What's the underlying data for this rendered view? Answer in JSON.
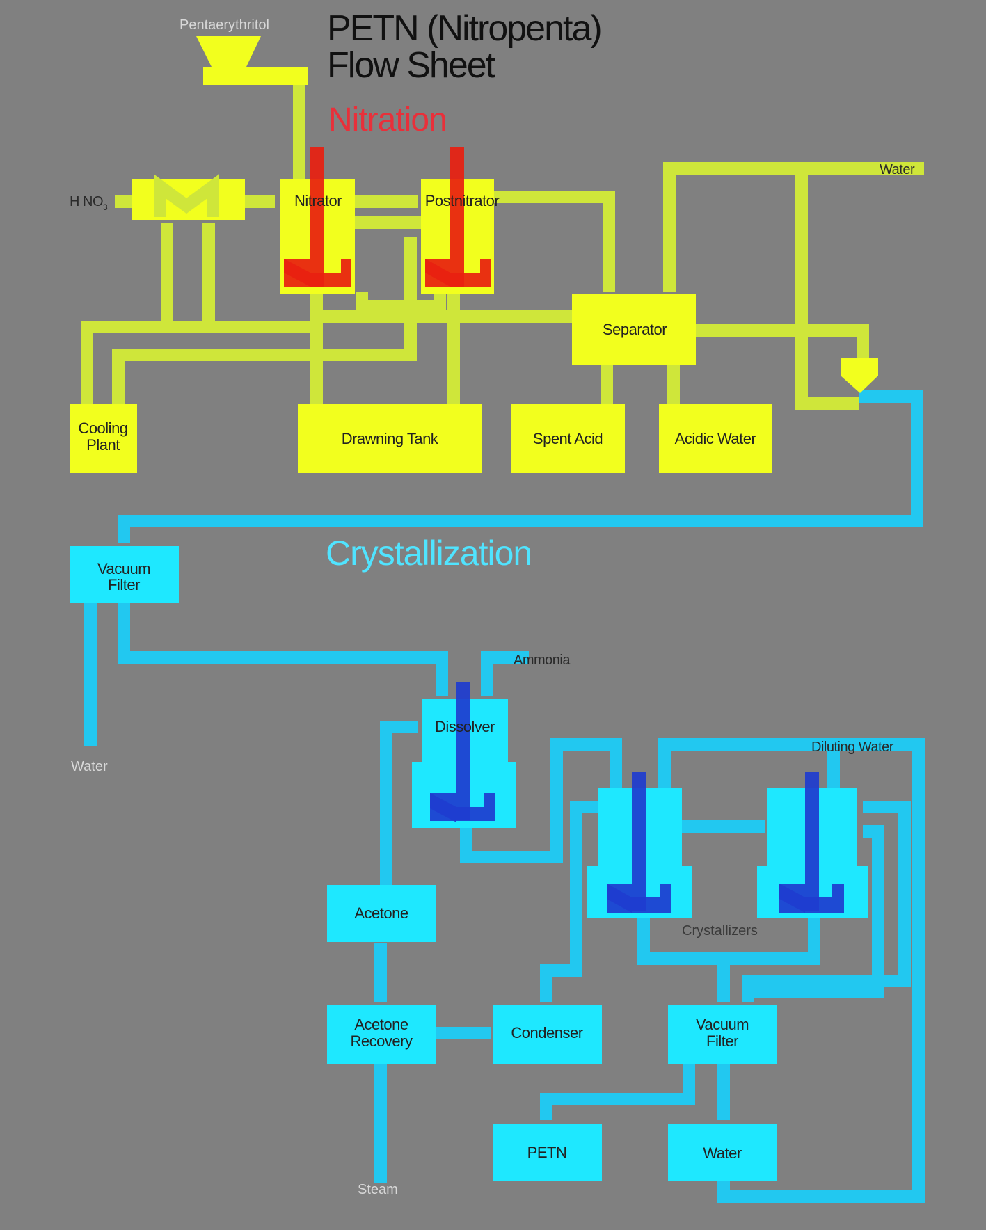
{
  "title": {
    "line1": "PETN (Nitropenta)",
    "line2": "Flow Sheet"
  },
  "sections": {
    "nitration": "Nitration",
    "crystallization": "Crystallization"
  },
  "inputs": {
    "pentaerythritol": "Pentaerythritol",
    "hno3": "H NO",
    "hno3_sub": "3",
    "water_top": "Water",
    "ammonia": "Ammonia",
    "diluting_water": "Diluting Water",
    "water_out": "Water",
    "steam": "Steam"
  },
  "units": {
    "nitrator": "Nitrator",
    "postnitrator": "Postnitrator",
    "separator": "Separator",
    "cooling_plant_1": "Cooling",
    "cooling_plant_2": "Plant",
    "drawning_tank": "Drawning Tank",
    "spent_acid": "Spent Acid",
    "acidic_water": "Acidic Water",
    "vacuum_filter_1_a": "Vacuum",
    "vacuum_filter_1_b": "Filter",
    "dissolver": "Dissolver",
    "crystallizers": "Crystallizers",
    "acetone": "Acetone",
    "acetone_recovery_a": "Acetone",
    "acetone_recovery_b": "Recovery",
    "condenser": "Condenser",
    "vacuum_filter_2_a": "Vacuum",
    "vacuum_filter_2_b": "Filter",
    "petn": "PETN",
    "water_product": "Water"
  },
  "colors": {
    "background": "#808080",
    "nitration_unit": "#f2ff1e",
    "nitration_pipe": "#cfe63a",
    "crystallization_unit": "#1ee8ff",
    "crystallization_pipe": "#22c8f0",
    "stirrer_red": "#e82010",
    "stirrer_blue": "#1e3ccf",
    "nitration_heading": "#e8303a",
    "crystallization_heading": "#50e4ff"
  }
}
